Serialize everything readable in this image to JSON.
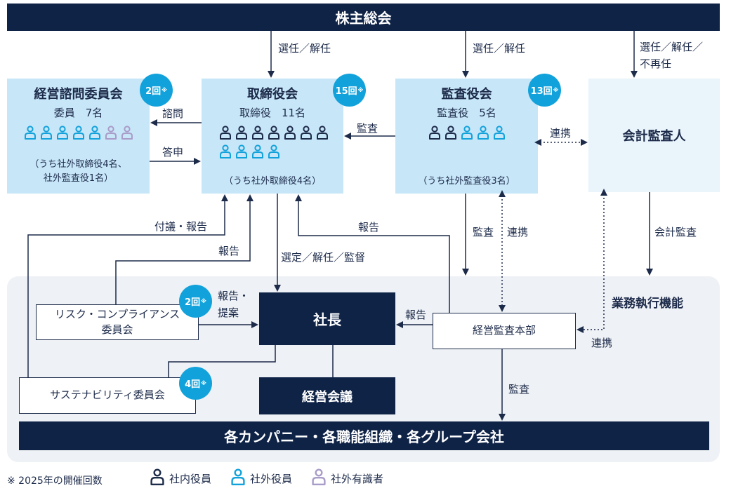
{
  "top": {
    "shareholders": "株主総会"
  },
  "labels": {
    "elect1": "選任／解任",
    "elect2": "選任／解任",
    "elect3a": "選任／解任／",
    "elect3b": "不再任",
    "consult": "諮問",
    "report_back": "答申",
    "audit_board": "監査",
    "liaison_top": "連携",
    "audit_down": "監査",
    "liaison_down": "連携",
    "accounting_audit": "会計監査",
    "submit_report": "付議・報告",
    "report_risk": "報告",
    "report_audit_hq": "報告",
    "select_supervise": "選定／解任／監督",
    "report_propose_a": "報告・",
    "report_propose_b": "提案",
    "report_to_president": "報告",
    "liaison_auditor": "連携",
    "audit_bottom": "監査",
    "execution": "業務執行機能"
  },
  "advisory": {
    "title": "経営諮問委員会",
    "count": "委員　7名",
    "note1": "（うち社外取締役4名、",
    "note2": "社外監査役1名）",
    "badge": "2回",
    "badge_mark": "※",
    "members": [
      "outside",
      "outside",
      "outside",
      "outside",
      "outside",
      "expert",
      "expert"
    ]
  },
  "board": {
    "title": "取締役会",
    "count": "取締役　11名",
    "note": "（うち社外取締役4名）",
    "badge": "15回",
    "badge_mark": "※",
    "members": [
      "inside",
      "inside",
      "inside",
      "inside",
      "inside",
      "inside",
      "inside",
      "outside",
      "outside",
      "outside",
      "outside"
    ]
  },
  "kansa": {
    "title": "監査役会",
    "count": "監査役　5名",
    "note": "（うち社外監査役3名）",
    "badge": "13回",
    "badge_mark": "※",
    "members": [
      "inside",
      "inside",
      "outside",
      "outside",
      "outside"
    ]
  },
  "auditor": {
    "title": "会計監査人"
  },
  "risk": {
    "line1": "リスク・コンプライアンス",
    "line2": "委員会",
    "badge": "2回",
    "badge_mark": "※"
  },
  "sustain": {
    "title": "サステナビリティ委員会",
    "badge": "4回",
    "badge_mark": "※"
  },
  "president": {
    "title": "社長"
  },
  "audit_hq": {
    "title": "経営監査本部"
  },
  "mgmt": {
    "title": "経営会議"
  },
  "bottom": {
    "title": "各カンパニー・各職能組織・各グループ会社"
  },
  "legend": {
    "note": "※ 2025年の開催回数",
    "inside": "社内役員",
    "outside": "社外役員",
    "expert": "社外有識者"
  },
  "colors": {
    "navy": "#0f2347",
    "light_blue_box": "#c7e6f8",
    "pale_blue_box": "#e9f4fb",
    "badge": "#12a2db",
    "icon_inside": "#1d2b4a",
    "icon_outside": "#12a2db",
    "icon_expert": "#a99cc8",
    "region": "#eef1f5"
  }
}
